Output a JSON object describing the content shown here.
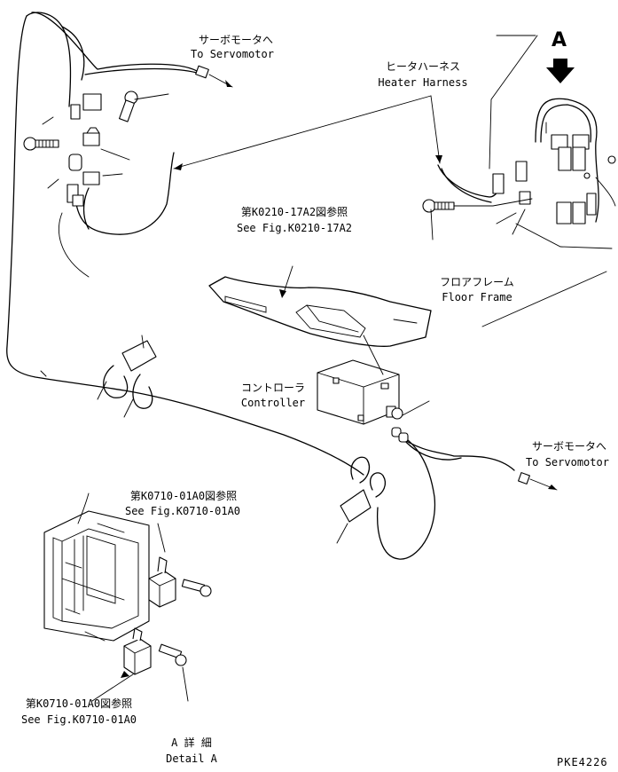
{
  "labels": {
    "servo_top_jp": "サーボモータへ",
    "servo_top_en": "To Servomotor",
    "heater_jp": "ヒータハーネス",
    "heater_en": "Heater Harness",
    "detail_marker": "A",
    "fig_k0210_jp": "第K0210-17A2図参照",
    "fig_k0210_en": "See Fig.K0210-17A2",
    "floor_jp": "フロアフレーム",
    "floor_en": "Floor Frame",
    "controller_jp": "コントローラ",
    "controller_en": "Controller",
    "servo_right_jp": "サーボモータへ",
    "servo_right_en": "To Servomotor",
    "fig_k0710_mid_jp": "第K0710-01A0図参照",
    "fig_k0710_mid_en": "See Fig.K0710-01A0",
    "fig_k0710_bot_jp": "第K0710-01A0図参照",
    "fig_k0710_bot_en": "See Fig.K0710-01A0",
    "detail_jp": "A 詳 細",
    "detail_en": "Detail A",
    "drawing_code": "PKE4226"
  }
}
